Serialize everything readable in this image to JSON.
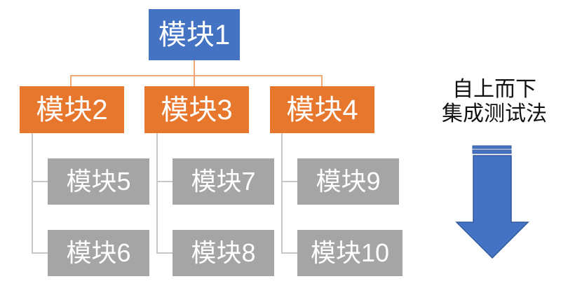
{
  "diagram": {
    "title_side": {
      "line1": "自上而下",
      "line2": "集成测试法"
    },
    "root": {
      "label": "模块1",
      "color": "#4573C4"
    },
    "level2": [
      {
        "label": "模块2",
        "color": "#E8772E"
      },
      {
        "label": "模块3",
        "color": "#E8772E"
      },
      {
        "label": "模块4",
        "color": "#E8772E"
      }
    ],
    "level3": [
      {
        "label": "模块5",
        "color": "#A5A5A5",
        "parent": "模块2"
      },
      {
        "label": "模块6",
        "color": "#A5A5A5",
        "parent": "模块2"
      },
      {
        "label": "模块7",
        "color": "#A5A5A5",
        "parent": "模块3"
      },
      {
        "label": "模块8",
        "color": "#A5A5A5",
        "parent": "模块3"
      },
      {
        "label": "模块9",
        "color": "#A5A5A5",
        "parent": "模块4"
      },
      {
        "label": "模块10",
        "color": "#A5A5A5",
        "parent": "模块4"
      }
    ],
    "arrow": {
      "name": "down-arrow",
      "color": "#4573C4",
      "direction": "down"
    },
    "colors": {
      "root_blue": "#4573C4",
      "module_orange": "#E8772E",
      "leaf_grey": "#A5A5A5",
      "connector_orange": "#F0A878",
      "connector_grey": "#C8C8C8",
      "background": "#FFFFFF",
      "text_light": "#FFFFFF",
      "text_dark": "#111111"
    }
  }
}
